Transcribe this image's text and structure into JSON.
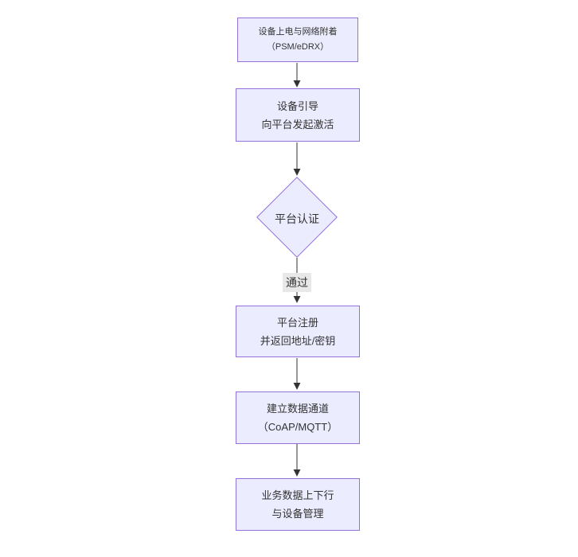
{
  "diagram": {
    "type": "flowchart",
    "direction": "top-down",
    "colors": {
      "background": "#ffffff",
      "node_fill": "#ececff",
      "node_border": "#9370db",
      "arrow": "#333333",
      "edge_label_bg": "#e8e8e8",
      "text": "#333333"
    },
    "nodes": {
      "power": {
        "shape": "rect",
        "line1": "设备上电与网络附着",
        "line2": "（PSM/eDRX）"
      },
      "bootstrap": {
        "shape": "rect",
        "line1": "设备引导",
        "line2": "向平台发起激活"
      },
      "auth": {
        "shape": "diamond",
        "label": "平台认证"
      },
      "register": {
        "shape": "rect",
        "line1": "平台注册",
        "line2": "并返回地址/密钥"
      },
      "channel": {
        "shape": "rect",
        "line1": "建立数据通道",
        "line2": "（CoAP/MQTT）"
      },
      "business": {
        "shape": "rect",
        "line1": "业务数据上下行",
        "line2": "与设备管理"
      }
    },
    "edges": [
      {
        "from": "power",
        "to": "bootstrap",
        "label": ""
      },
      {
        "from": "bootstrap",
        "to": "auth",
        "label": ""
      },
      {
        "from": "auth",
        "to": "register",
        "label": "通过"
      },
      {
        "from": "register",
        "to": "channel",
        "label": ""
      },
      {
        "from": "channel",
        "to": "business",
        "label": ""
      }
    ]
  }
}
